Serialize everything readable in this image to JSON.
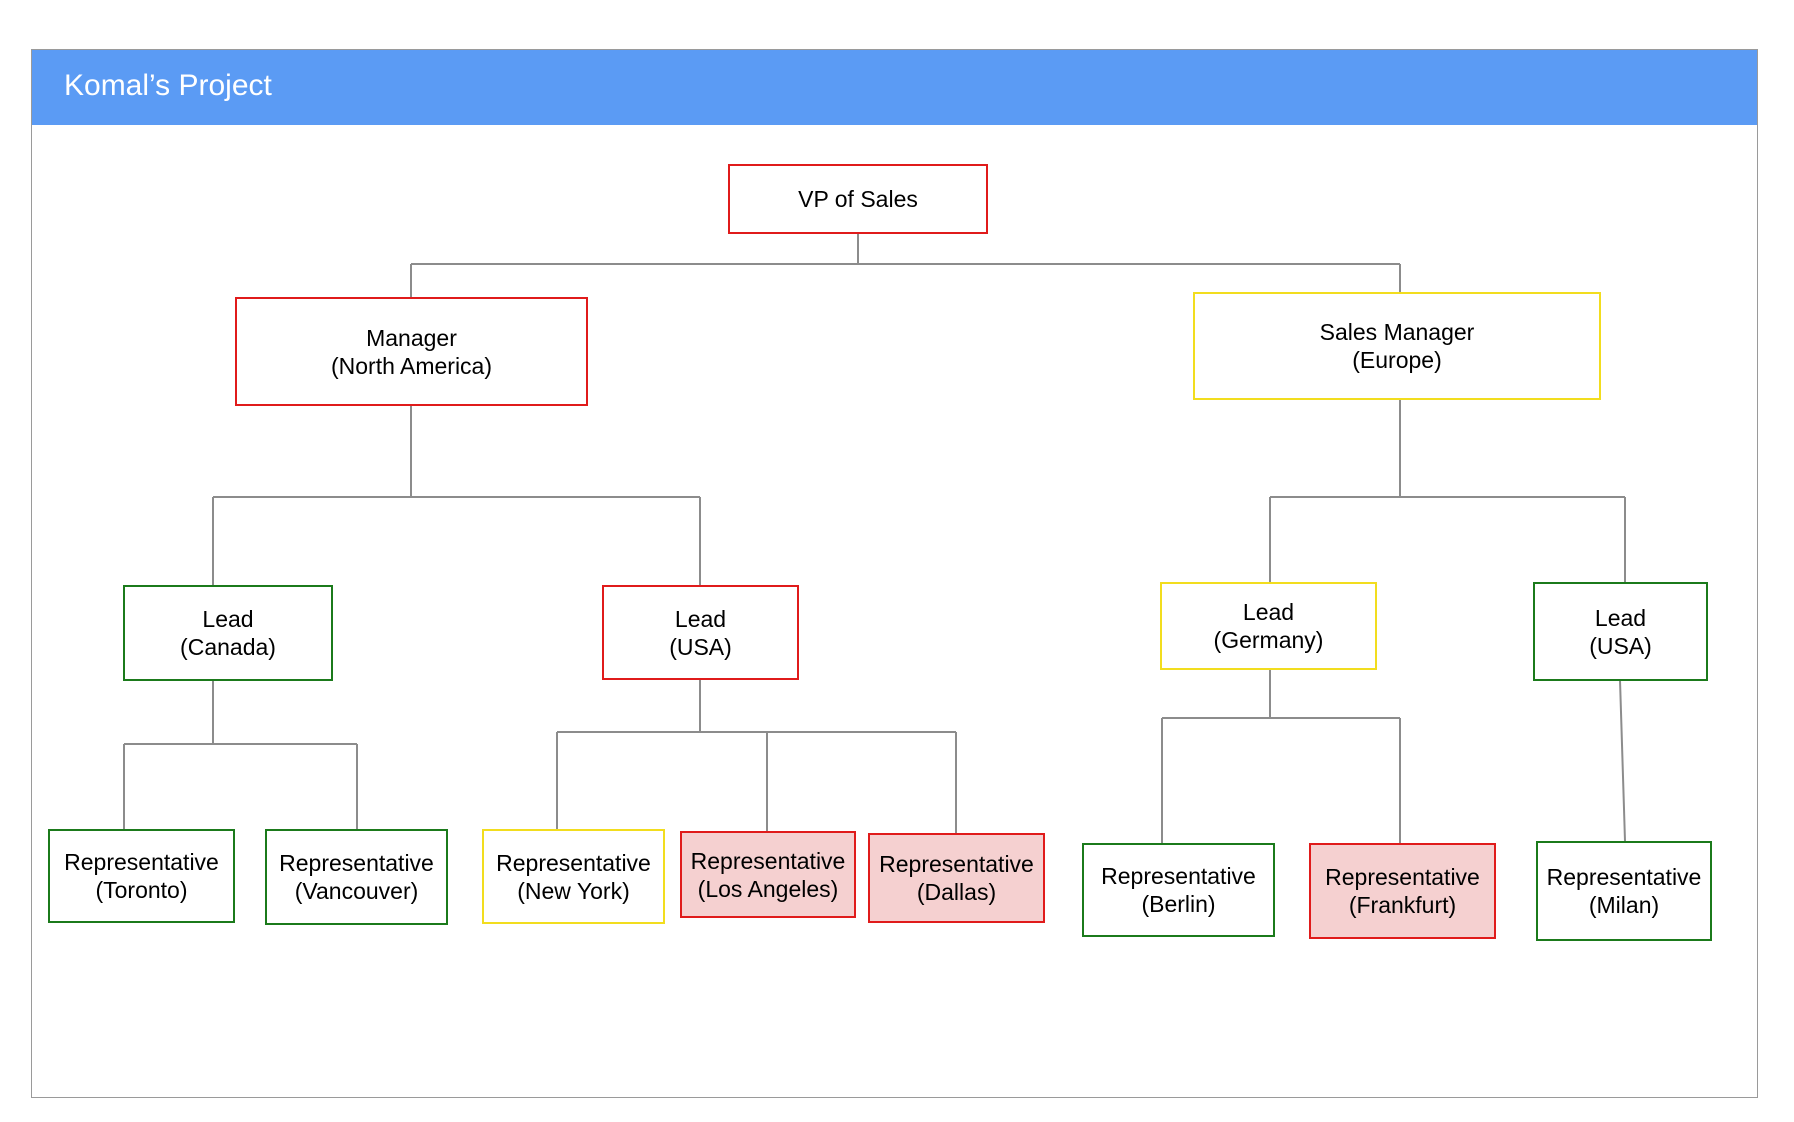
{
  "header": {
    "title": "Komal’s Project"
  },
  "colors": {
    "header_bg": "#5b9bf4",
    "red": "#e01b1b",
    "yellow": "#f2dd1e",
    "green": "#1b7a1b",
    "highlight": "#f5d0d0",
    "connector": "#8c8c8c"
  },
  "nodes": {
    "vp": {
      "line1": "VP of Sales",
      "color": "red"
    },
    "mgr_na": {
      "line1": "Manager",
      "line2": "(North America)",
      "color": "red"
    },
    "mgr_eu": {
      "line1": "Sales Manager",
      "line2": "(Europe)",
      "color": "yellow"
    },
    "lead_canada": {
      "line1": "Lead",
      "line2": "(Canada)",
      "color": "green"
    },
    "lead_usa_na": {
      "line1": "Lead",
      "line2": "(USA)",
      "color": "red"
    },
    "lead_germany": {
      "line1": "Lead",
      "line2": "(Germany)",
      "color": "yellow"
    },
    "lead_usa_eu": {
      "line1": "Lead",
      "line2": "(USA)",
      "color": "green"
    },
    "rep_toronto": {
      "line1": "Representative",
      "line2": "(Toronto)",
      "color": "green"
    },
    "rep_vancouver": {
      "line1": "Representative",
      "line2": "(Vancouver)",
      "color": "green"
    },
    "rep_newyork": {
      "line1": "Representative",
      "line2": "(New York)",
      "color": "yellow"
    },
    "rep_losangeles": {
      "line1": "Representative",
      "line2": "(Los Angeles)",
      "color": "red",
      "highlight": true
    },
    "rep_dallas": {
      "line1": "Representative",
      "line2": "(Dallas)",
      "color": "red",
      "highlight": true
    },
    "rep_berlin": {
      "line1": "Representative",
      "line2": "(Berlin)",
      "color": "green"
    },
    "rep_frankfurt": {
      "line1": "Representative",
      "line2": "(Frankfurt)",
      "color": "red",
      "highlight": true
    },
    "rep_milan": {
      "line1": "Representative",
      "line2": "(Milan)",
      "color": "green"
    }
  }
}
